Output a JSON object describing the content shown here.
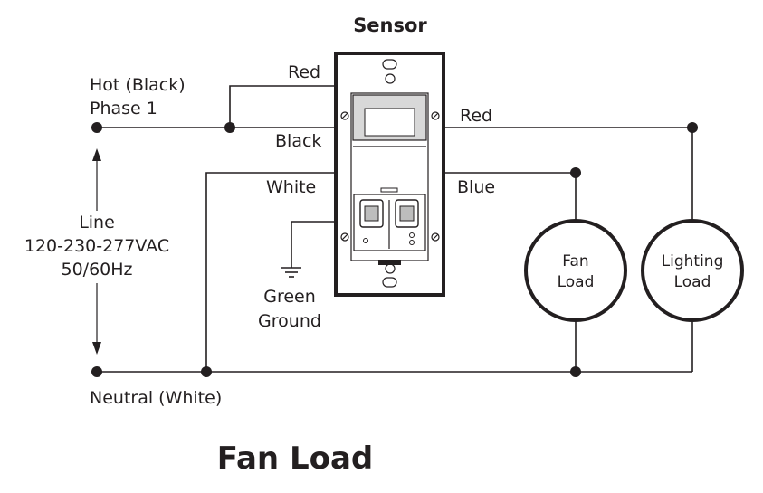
{
  "sensor_label": "Sensor",
  "hot": {
    "line1": "Hot (Black)",
    "line2": "Phase 1"
  },
  "line_spec": {
    "line1": "Line",
    "line2": "120-230-277VAC",
    "line3": "50/60Hz"
  },
  "neutral_label": "Neutral (White)",
  "ground_label": {
    "line1": "Green",
    "line2": "Ground"
  },
  "wire_labels": {
    "red_top": "Red",
    "black": "Black",
    "white": "White",
    "red_right": "Red",
    "blue": "Blue"
  },
  "loads": {
    "fan": {
      "line1": "Fan",
      "line2": "Load"
    },
    "lighting": {
      "line1": "Lighting",
      "line2": "Load"
    }
  },
  "title": "Fan Load",
  "colors": {
    "ink": "#231f20",
    "background": "#ffffff"
  }
}
